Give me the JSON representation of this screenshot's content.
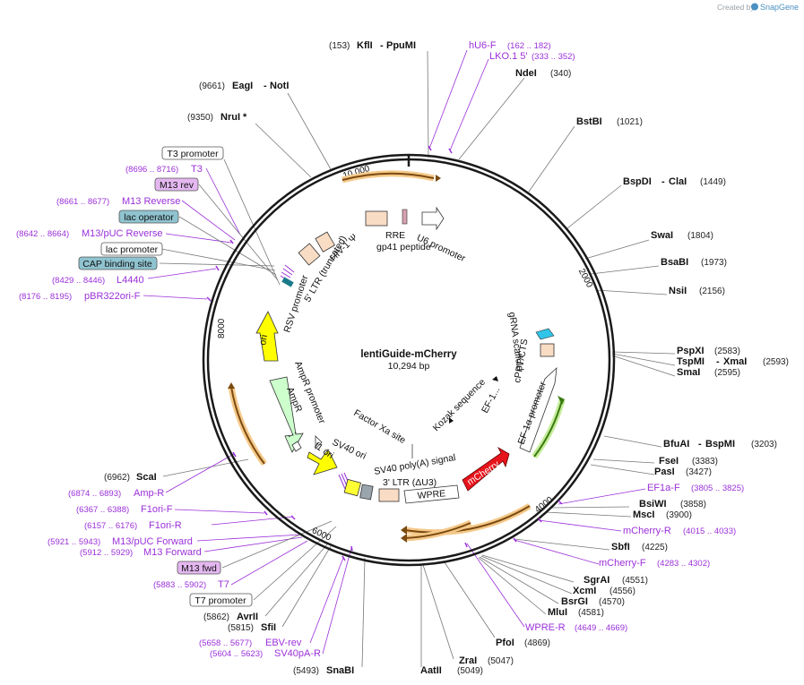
{
  "header": {
    "credit_prefix": "Created by",
    "credit_brand": "SnapGene"
  },
  "plasmid": {
    "name": "lentiGuide-mCherry",
    "size": "10,294 bp"
  },
  "ticks": [
    "10,000",
    "2000",
    "4000",
    "6000",
    "8000"
  ],
  "enzymes": [
    {
      "name": "KflI",
      "name2": "PpuMI",
      "num": "(153)"
    },
    {
      "name": "EagI",
      "name2": "NotI",
      "num": "(9661)"
    },
    {
      "name": "NruI *",
      "num": "(9350)"
    },
    {
      "name": "NdeI",
      "num": "(340)"
    },
    {
      "name": "BstBI",
      "num": "(1021)"
    },
    {
      "name": "BspDI",
      "name2": "ClaI",
      "num": "(1449)"
    },
    {
      "name": "SwaI",
      "num": "(1804)"
    },
    {
      "name": "BsaBI",
      "num": "(1973)"
    },
    {
      "name": "NsiI",
      "num": "(2156)"
    },
    {
      "name": "PspXI",
      "num": "(2583)"
    },
    {
      "name": "TspMI",
      "name2": "XmaI",
      "num": "(2593)"
    },
    {
      "name": "SmaI",
      "num": "(2595)"
    },
    {
      "name": "BfuAI",
      "name2": "BspMI",
      "num": "(3203)"
    },
    {
      "name": "FseI",
      "num": "(3383)"
    },
    {
      "name": "PasI",
      "num": "(3427)"
    },
    {
      "name": "BsiWI",
      "num": "(3858)"
    },
    {
      "name": "MscI",
      "num": "(3900)"
    },
    {
      "name": "SbfI",
      "num": "(4225)"
    },
    {
      "name": "SgrAI",
      "num": "(4551)"
    },
    {
      "name": "XcmI",
      "num": "(4556)"
    },
    {
      "name": "BsrGI",
      "num": "(4570)"
    },
    {
      "name": "MluI",
      "num": "(4581)"
    },
    {
      "name": "PfoI",
      "num": "(4869)"
    },
    {
      "name": "ZraI",
      "num": "(5047)"
    },
    {
      "name": "AatII",
      "num": "(5049)"
    },
    {
      "name": "SnaBI",
      "num": "(5493)"
    },
    {
      "name": "SfiI",
      "num": "(5815)"
    },
    {
      "name": "AvrII",
      "num": "(5862)"
    },
    {
      "name": "ScaI",
      "num": "(6962)"
    }
  ],
  "primers": [
    {
      "name": "hU6-F",
      "num": "(162 .. 182)"
    },
    {
      "name": "LKO.1 5'",
      "num": "(333 .. 352)"
    },
    {
      "name": "EF1a-F",
      "num": "(3805 .. 3825)"
    },
    {
      "name": "mCherry-R",
      "num": "(4015 .. 4033)"
    },
    {
      "name": "mCherry-F",
      "num": "(4283 .. 4302)"
    },
    {
      "name": "WPRE-R",
      "num": "(4649 .. 4669)"
    },
    {
      "name": "EBV-rev",
      "num": "(5658 .. 5677)"
    },
    {
      "name": "SV40pA-R",
      "num": "(5604 .. 5623)"
    },
    {
      "name": "T7",
      "num": "(5883 .. 5902)"
    },
    {
      "name": "M13 Forward",
      "num": "(5912 .. 5929)"
    },
    {
      "name": "M13/pUC Forward",
      "num": "(5921 .. 5943)"
    },
    {
      "name": "F1ori-R",
      "num": "(6157 .. 6176)"
    },
    {
      "name": "F1ori-F",
      "num": "(6367 .. 6388)"
    },
    {
      "name": "Amp-R",
      "num": "(6874 .. 6893)"
    },
    {
      "name": "pBR322ori-F",
      "num": "(8176 .. 8195)"
    },
    {
      "name": "L4440",
      "num": "(8429 .. 8446)"
    },
    {
      "name": "M13/pUC Reverse",
      "num": "(8642 .. 8664)"
    },
    {
      "name": "M13 Reverse",
      "num": "(8661 .. 8677)"
    },
    {
      "name": "T3",
      "num": "(8696 .. 8716)"
    }
  ],
  "boxed_labels": [
    {
      "name": "T3 promoter",
      "color": "#ffffff"
    },
    {
      "name": "M13 rev",
      "color": "#e4b7f0"
    },
    {
      "name": "lac operator",
      "color": "#8fc3cf"
    },
    {
      "name": "lac promoter",
      "color": "#ffffff"
    },
    {
      "name": "CAP binding site",
      "color": "#8fc3cf"
    },
    {
      "name": "M13 fwd",
      "color": "#e4b7f0"
    },
    {
      "name": "T7 promoter",
      "color": "#ffffff"
    }
  ],
  "features": [
    "U6 promoter",
    "RRE",
    "gp41 peptide",
    "HIV-1 Ψ",
    "5' LTR (truncated)",
    "RSV promoter",
    "gRNA scaffold",
    "cPPT/CTS",
    "EF-1α promoter",
    "EF-1...",
    "Kozak sequence",
    "mCherry",
    "WPRE",
    "3' LTR (ΔU3)",
    "SV40 poly(A) signal",
    "SV40 ori",
    "f1 ori",
    "Factor Xa site",
    "AmpR promoter",
    "AmpR",
    "ori"
  ],
  "colors": {
    "backbone": "#1a1a1a",
    "primer": "#9b30d9",
    "orf_orange": "#f2a33a",
    "promoter_white": "#ffffff",
    "mcherry": "#e8141b",
    "ori_yellow": "#ffff00",
    "ampr_green": "#ccffcc",
    "ltr_peach": "#f9dcc4",
    "cppt": "#f9dcc4",
    "scaffold": "#30c4e8",
    "sv40ori_yellow": "#ffff33",
    "grey": "#9aa4ad"
  }
}
